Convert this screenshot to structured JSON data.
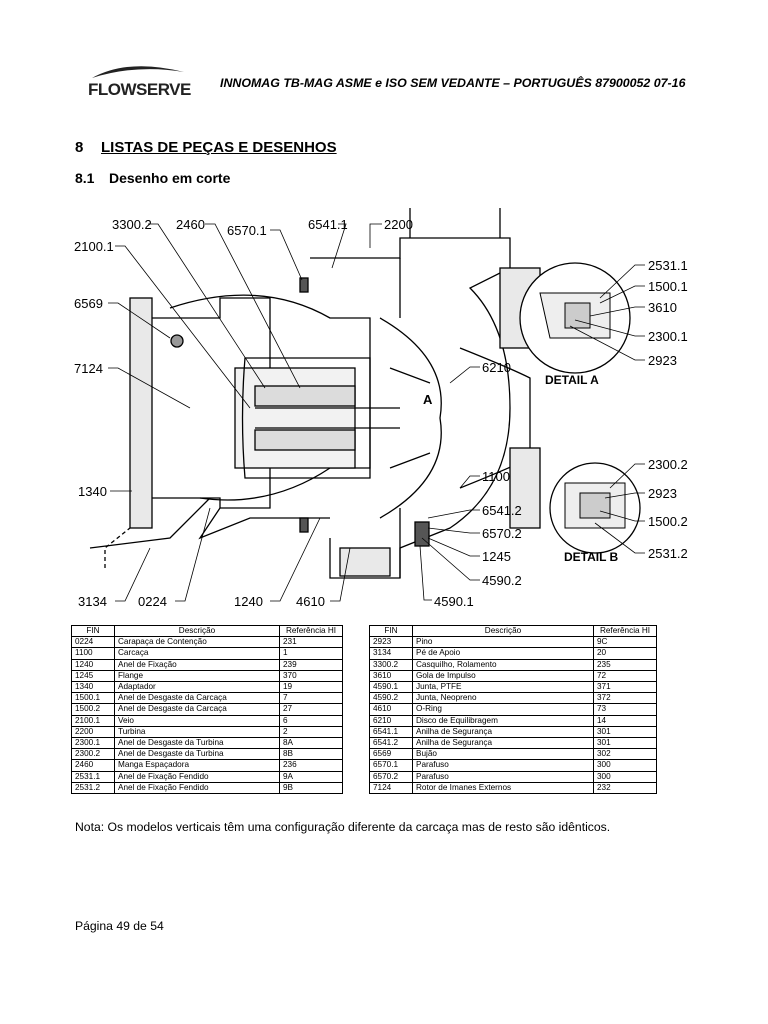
{
  "header": {
    "logo_text": "FLOWSERVE",
    "title": "INNOMAG TB-MAG ASME e ISO SEM VEDANTE – PORTUGUÊS 87900052 07-16"
  },
  "section": {
    "number": "8",
    "title": "LISTAS DE PEÇAS E DESENHOS"
  },
  "subsection": {
    "number": "8.1",
    "title": "Desenho em corte"
  },
  "drawing": {
    "callouts": [
      "3300.2",
      "2460",
      "6570.1",
      "6541.1",
      "2200",
      "2100.1",
      "6569",
      "7124",
      "1340",
      "3134",
      "0224",
      "1240",
      "4610",
      "4590.1",
      "6210",
      "1100",
      "6541.2",
      "6570.2",
      "1245",
      "4590.2"
    ],
    "detail_a": {
      "label": "DETAIL A",
      "callouts": [
        "2531.1",
        "1500.1",
        "3610",
        "2300.1",
        "2923"
      ]
    },
    "detail_b": {
      "label": "DETAIL B",
      "callouts": [
        "2300.2",
        "2923",
        "1500.2",
        "2531.2"
      ]
    },
    "section_marker": "A"
  },
  "table": {
    "headers": [
      "FIN",
      "Descrição",
      "Referência HI"
    ],
    "left": [
      [
        "0224",
        "Carapaça de Contenção",
        "231"
      ],
      [
        "1100",
        "Carcaça",
        "1"
      ],
      [
        "1240",
        "Anel de Fixação",
        "239"
      ],
      [
        "1245",
        "Flange",
        "370"
      ],
      [
        "1340",
        "Adaptador",
        "19"
      ],
      [
        "1500.1",
        "Anel de Desgaste da Carcaça",
        "7"
      ],
      [
        "1500.2",
        "Anel de Desgaste da Carcaça",
        "27"
      ],
      [
        "2100.1",
        "Veio",
        "6"
      ],
      [
        "2200",
        "Turbina",
        "2"
      ],
      [
        "2300.1",
        "Anel de Desgaste da Turbina",
        "8A"
      ],
      [
        "2300.2",
        "Anel de Desgaste da Turbina",
        "8B"
      ],
      [
        "2460",
        "Manga Espaçadora",
        "236"
      ],
      [
        "2531.1",
        "Anel de Fixação Fendido",
        "9A"
      ],
      [
        "2531.2",
        "Anel de Fixação Fendido",
        "9B"
      ]
    ],
    "right": [
      [
        "2923",
        "Pino",
        "9C"
      ],
      [
        "3134",
        "Pé de Apoio",
        "20"
      ],
      [
        "3300.2",
        "Casquilho, Rolamento",
        "235"
      ],
      [
        "3610",
        "Gola de Impulso",
        "72"
      ],
      [
        "4590.1",
        "Junta, PTFE",
        "371"
      ],
      [
        "4590.2",
        "Junta, Neopreno",
        "372"
      ],
      [
        "4610",
        "O-Ring",
        "73"
      ],
      [
        "6210",
        "Disco de Equilibragem",
        "14"
      ],
      [
        "6541.1",
        "Anilha de Segurança",
        "301"
      ],
      [
        "6541.2",
        "Anilha de Segurança",
        "301"
      ],
      [
        "6569",
        "Bujão",
        "302"
      ],
      [
        "6570.1",
        "Parafuso",
        "300"
      ],
      [
        "6570.2",
        "Parafuso",
        "300"
      ],
      [
        "7124",
        "Rotor de Imanes Externos",
        "232"
      ]
    ]
  },
  "note": "Nota: Os modelos verticais têm uma configuração diferente da carcaça mas de resto são idênticos.",
  "footer": {
    "page": "Página 49 de 54"
  }
}
